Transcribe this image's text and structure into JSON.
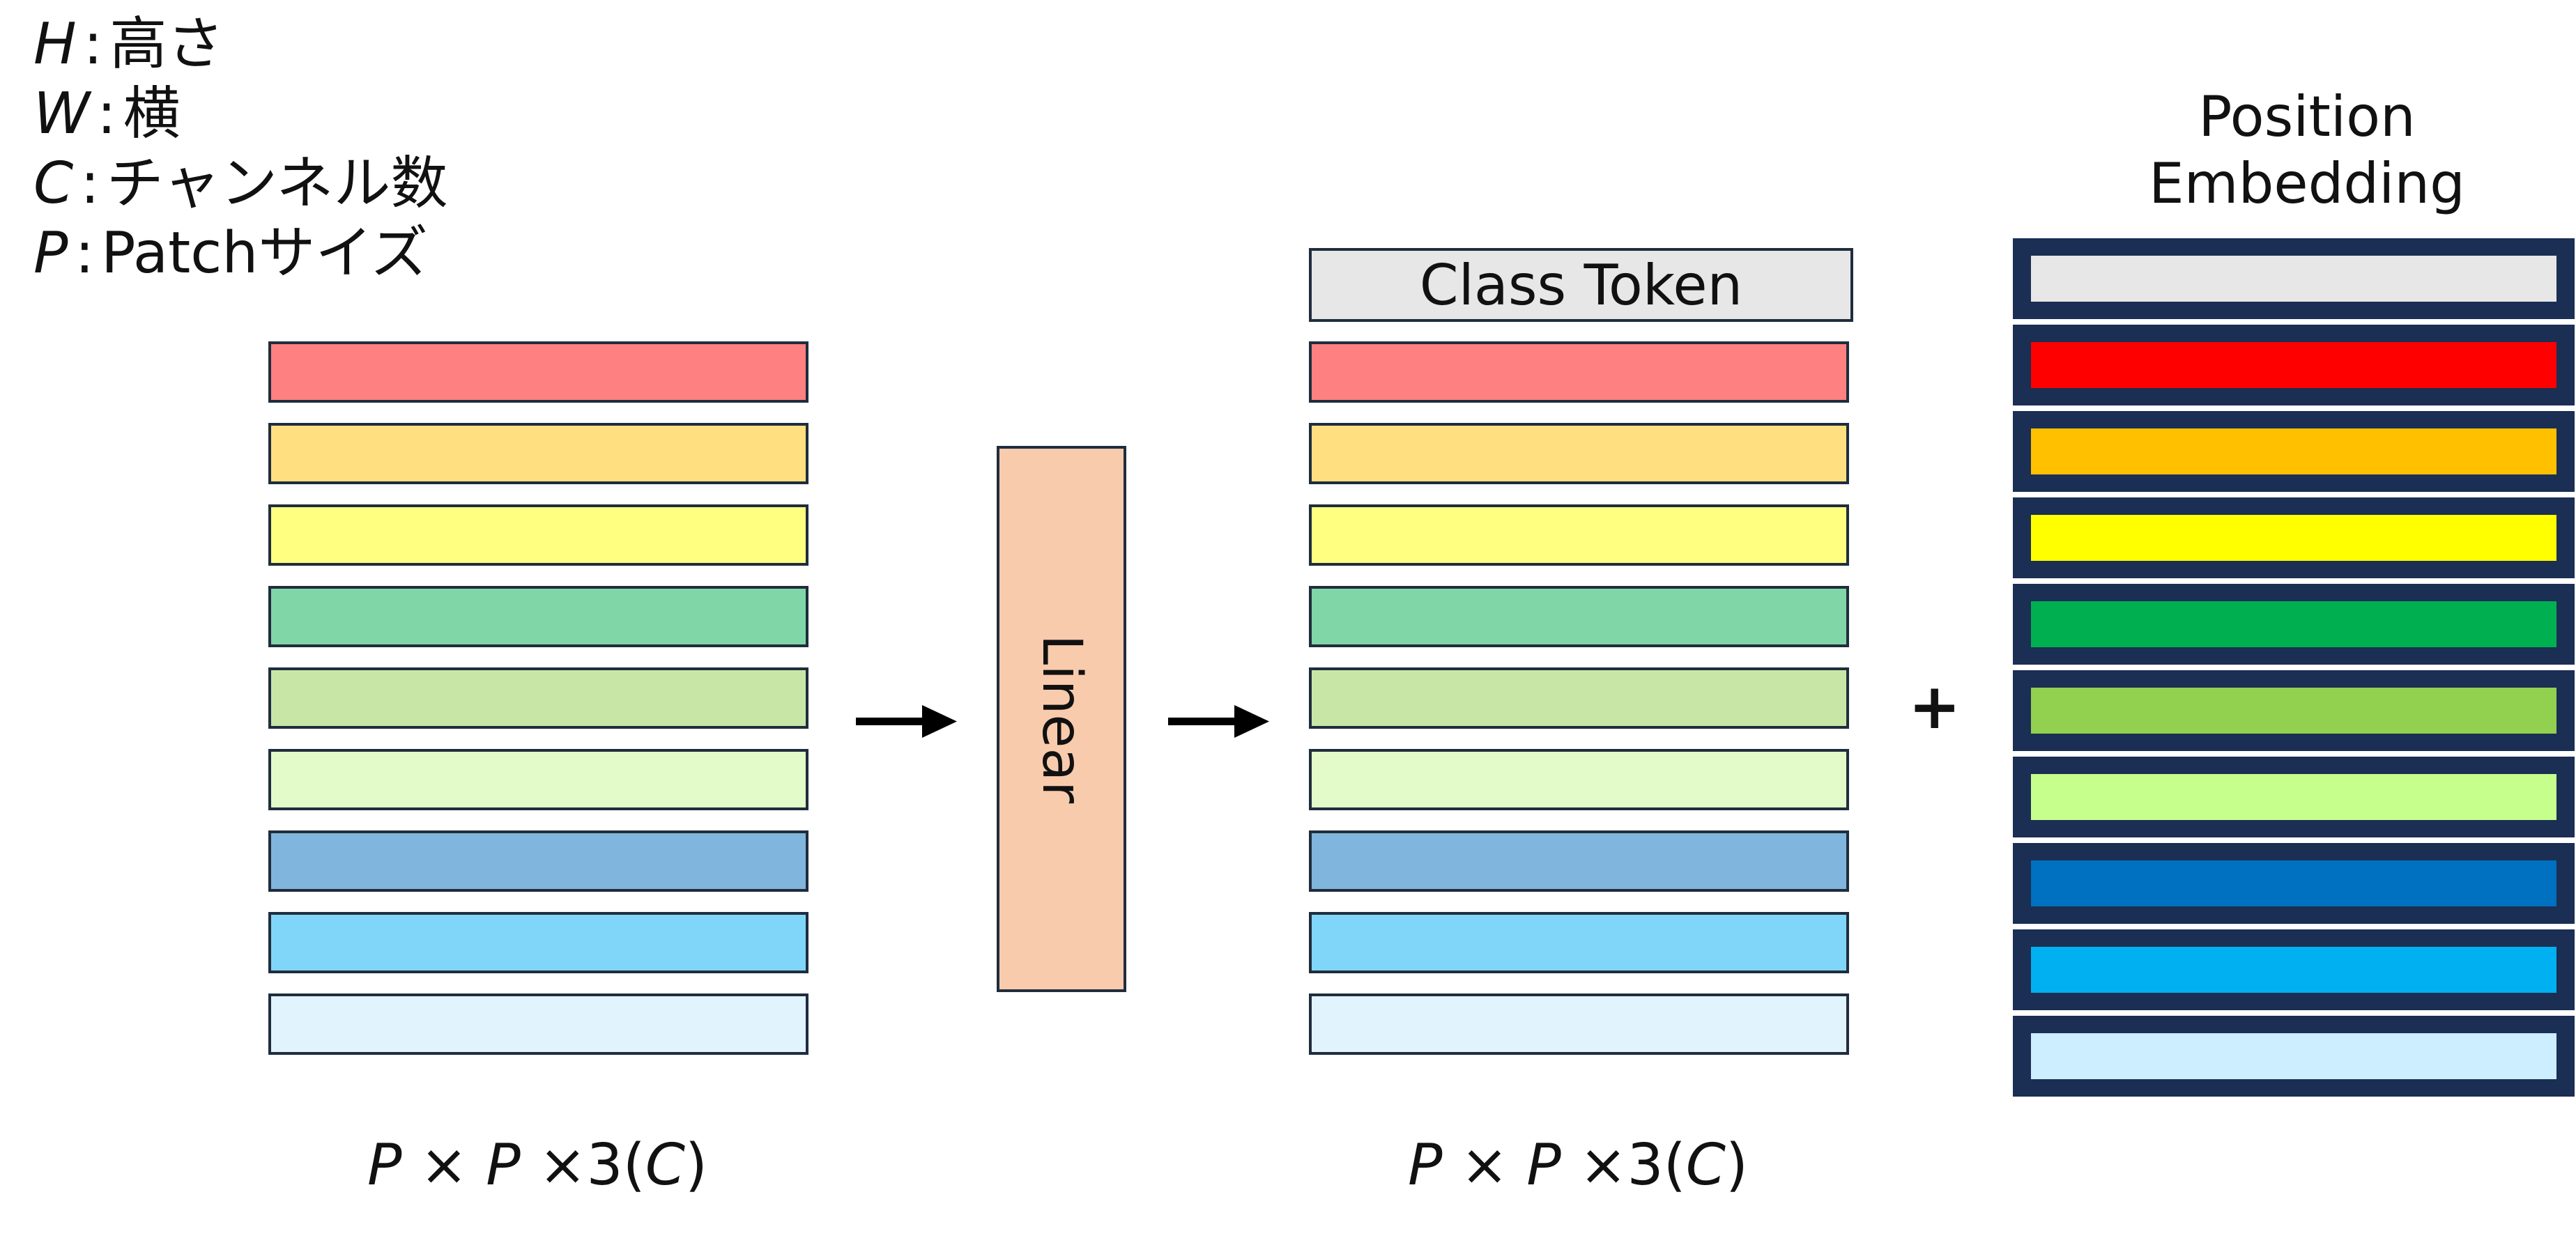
{
  "legend": [
    {
      "var": "H",
      "label": "高さ"
    },
    {
      "var": "W",
      "label": "横"
    },
    {
      "var": "C",
      "label": "チャンネル数"
    },
    {
      "var": "P",
      "label": "Patchサイズ"
    }
  ],
  "patch_colors": [
    "#ff8080",
    "#ffdf80",
    "#ffff80",
    "#80d6a6",
    "#c8e7a7",
    "#e3fbc9",
    "#80b5dd",
    "#80d6f8",
    "#e1f3fd"
  ],
  "class_token": {
    "label": "Class Token",
    "color": "#e7e7e7"
  },
  "linear": {
    "label": "Linear",
    "color": "#f8cbad"
  },
  "plus": "+",
  "position_embedding": {
    "title_line1": "Position",
    "title_line2": "Embedding",
    "colors": [
      "#e7e7e7",
      "#ff0000",
      "#ffc000",
      "#ffff00",
      "#00b050",
      "#92d050",
      "#c6ff8c",
      "#0070c0",
      "#00b0f0",
      "#cceeff"
    ]
  },
  "formula": {
    "p1": "P",
    "times1": " × ",
    "p2": "P",
    "rest": " ×3(",
    "c": "C",
    "close": ")"
  }
}
